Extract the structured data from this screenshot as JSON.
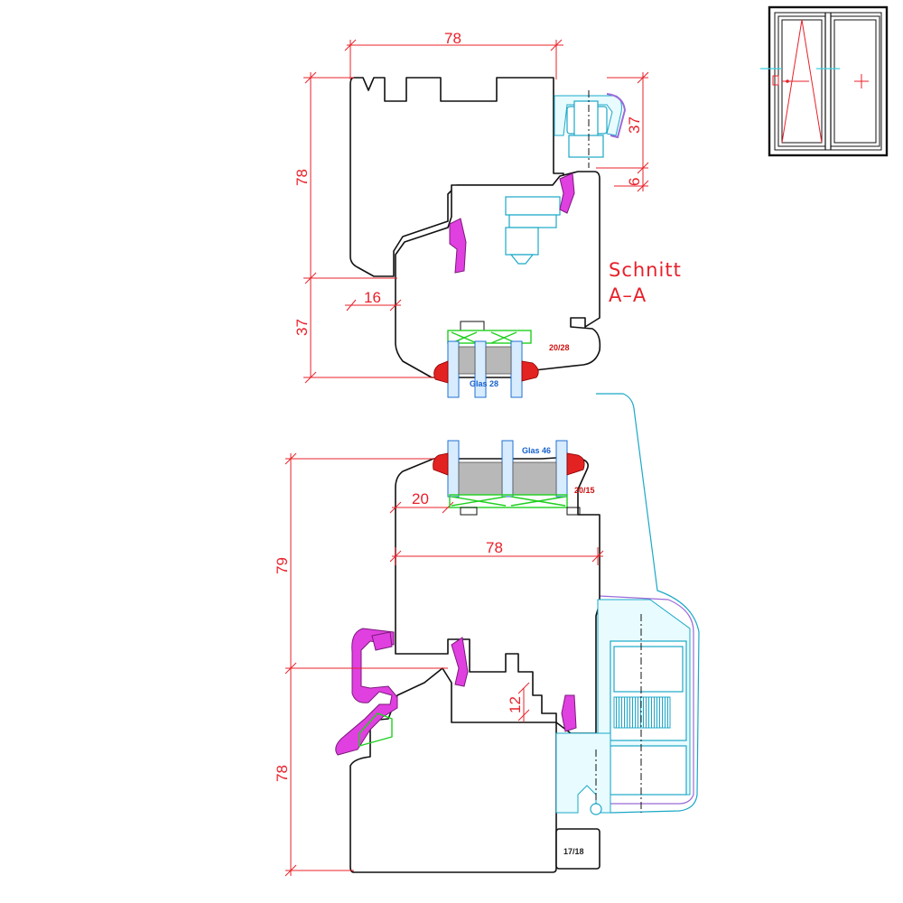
{
  "section": {
    "line1": "Schnitt",
    "line2": "A–A"
  },
  "top_section": {
    "dims": {
      "width_top": "78",
      "height_left": "78",
      "height_lower": "37",
      "offset": "16",
      "right_upper": "37",
      "right_small": "6"
    },
    "glass_label": "Glas 28",
    "bead_label": "20/28"
  },
  "bottom_section": {
    "dims": {
      "height_upper": "79",
      "height_lower": "78",
      "offset": "20",
      "width_mid": "78",
      "small": "12"
    },
    "glass_label": "Glas 46",
    "bead_label": "20/15",
    "sill_label": "17/18"
  },
  "colors": {
    "dimension": "#e8202a",
    "outline": "#111111",
    "gasket": "#e040e0",
    "seal": "#e32222",
    "glass": "#1f6fd0",
    "hardware": "#1aa8c8",
    "spacer": "#1fd01f"
  },
  "icons": {
    "window_elevation": "window-elevation-icon",
    "crosshair": "crosshair-icon"
  }
}
